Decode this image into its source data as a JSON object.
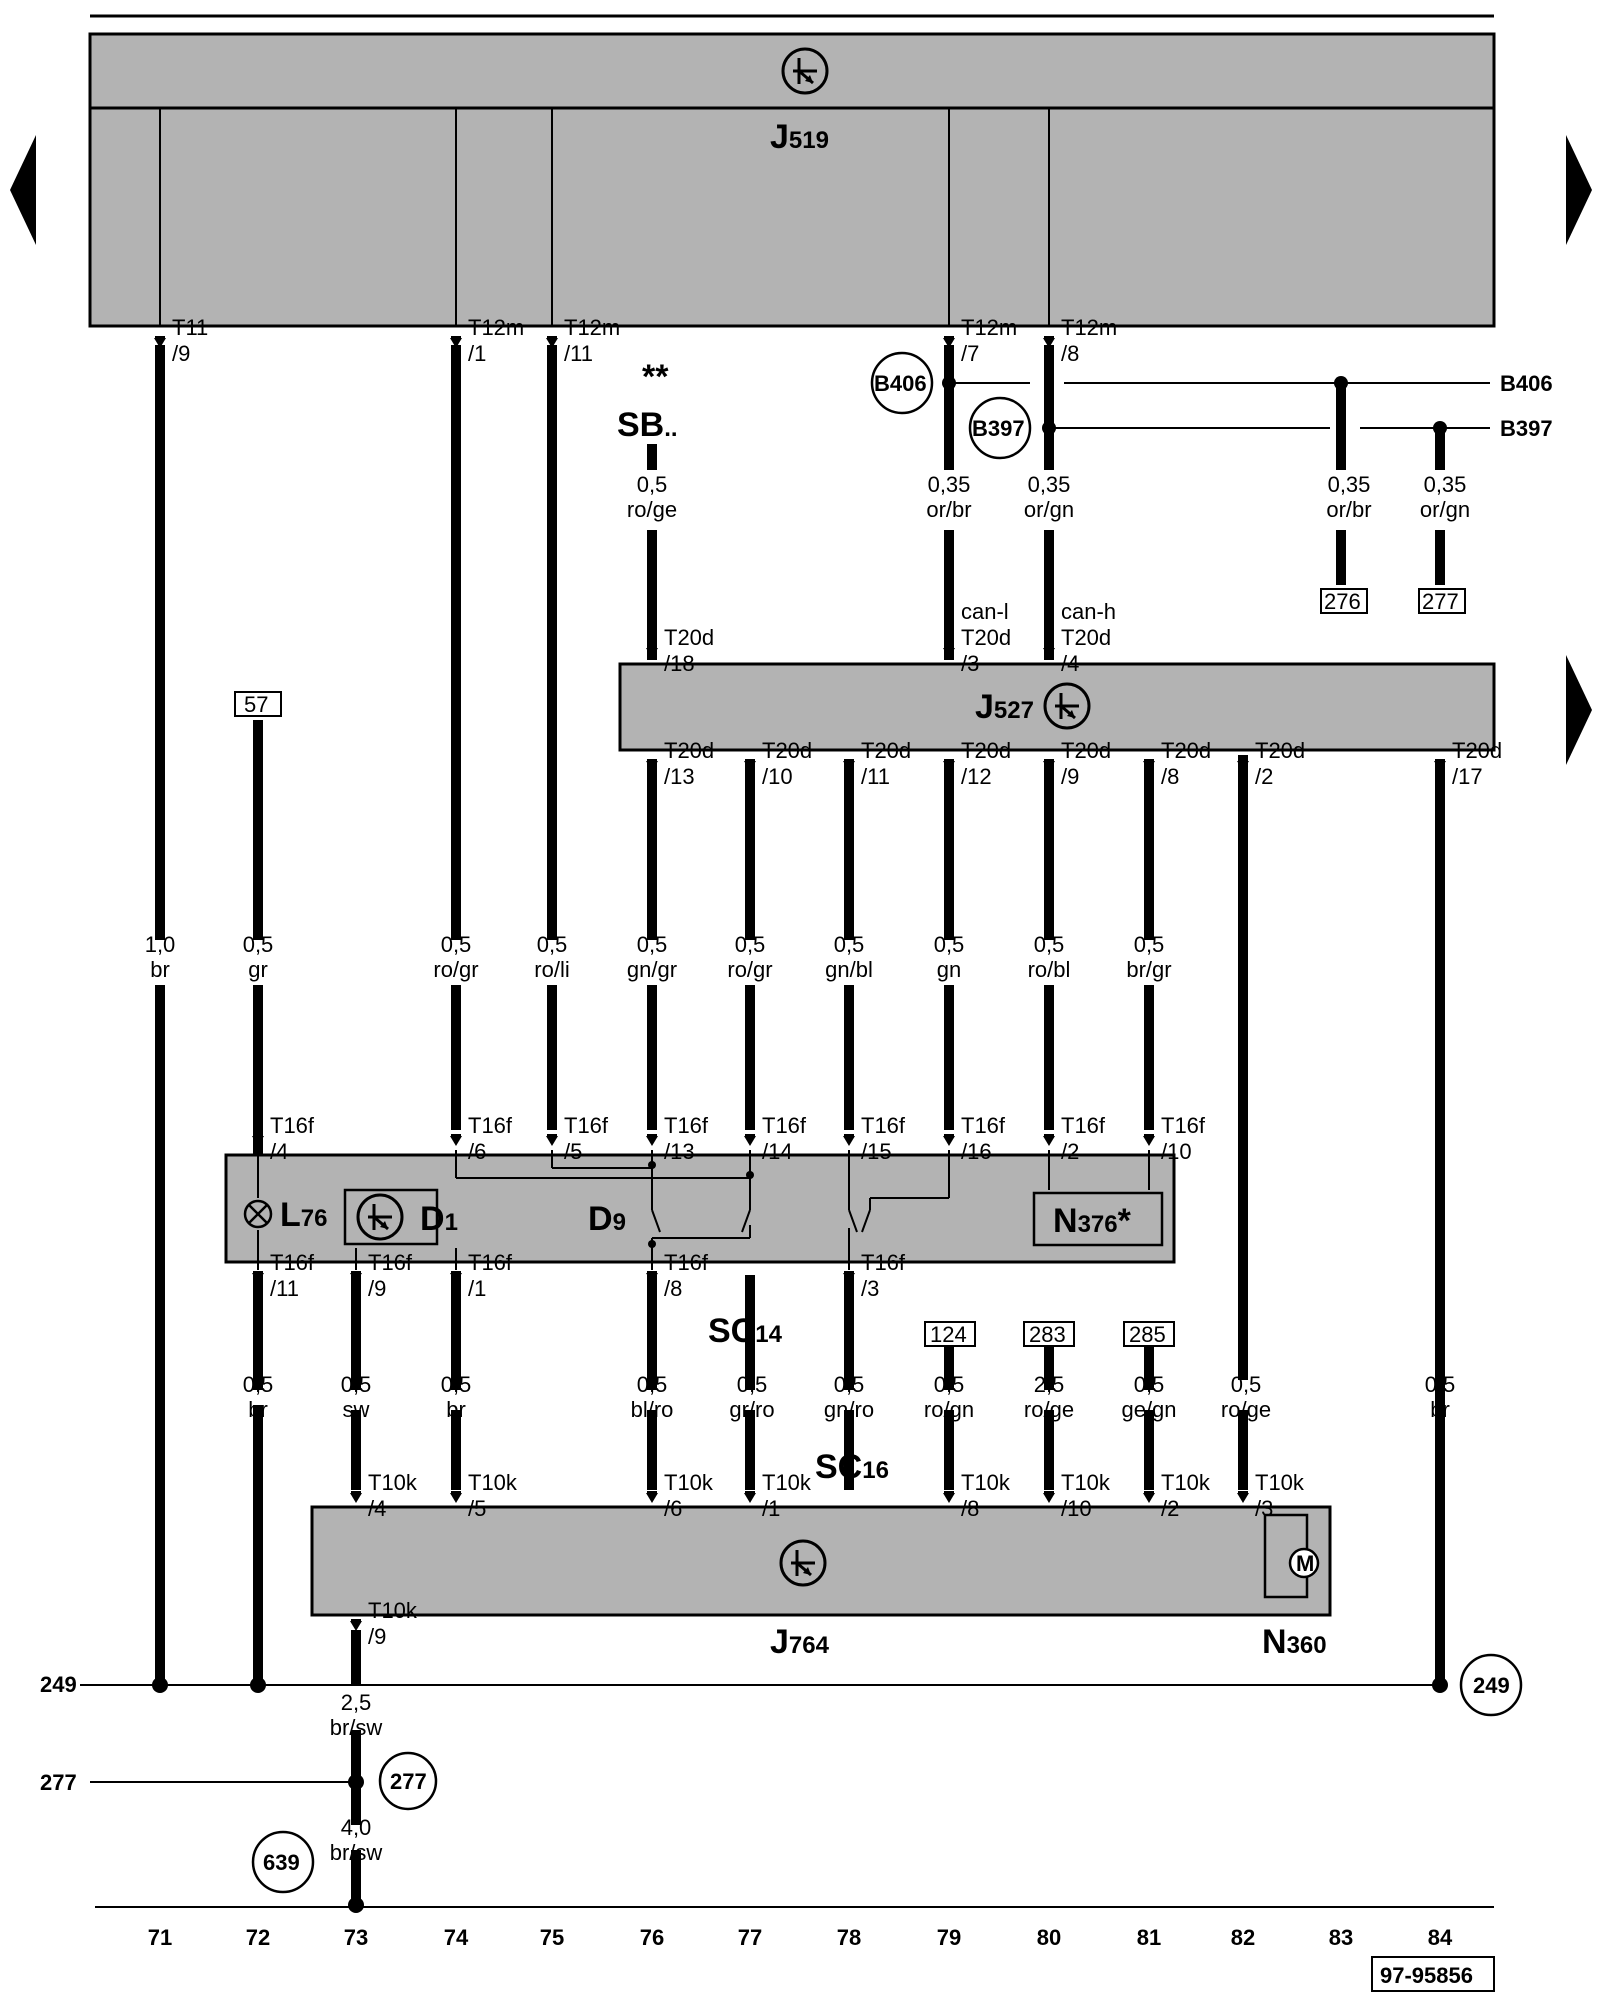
{
  "drawing_id": "97-95856",
  "columns": [
    "71",
    "72",
    "73",
    "74",
    "75",
    "76",
    "77",
    "78",
    "79",
    "80",
    "81",
    "82",
    "83",
    "84"
  ],
  "components": {
    "j519": {
      "main": "J",
      "sub": "519"
    },
    "j527": {
      "main": "J",
      "sub": "527"
    },
    "j764": {
      "main": "J",
      "sub": "764"
    },
    "n360": {
      "main": "N",
      "sub": "360"
    },
    "n376": {
      "main": "N",
      "sub": "376",
      "suffix": "*"
    },
    "l76": {
      "main": "L",
      "sub": "76"
    },
    "d1": {
      "main": "D",
      "sub": "1"
    },
    "d9": {
      "main": "D",
      "sub": "9"
    },
    "sb": {
      "main": "SB",
      "suffix": "..",
      "marks": "**"
    },
    "sc14": {
      "main": "SC",
      "sub": "14"
    },
    "sc16": {
      "main": "SC",
      "sub": "16"
    }
  },
  "wires": {
    "w71": {
      "size": "1,0",
      "color": "br"
    },
    "w72": {
      "size": "0,5",
      "color": "gr"
    },
    "w74": {
      "size": "0,5",
      "color": "ro/gr"
    },
    "w75": {
      "size": "0,5",
      "color": "ro/li"
    },
    "w76top": {
      "size": "0,5",
      "color": "ro/ge"
    },
    "w79top": {
      "size": "0,35",
      "color": "or/br"
    },
    "w80top": {
      "size": "0,35",
      "color": "or/gn"
    },
    "w83top": {
      "size": "0,35",
      "color": "or/br"
    },
    "w84top": {
      "size": "0,35",
      "color": "or/gn"
    },
    "w76": {
      "size": "0,5",
      "color": "gn/gr"
    },
    "w77": {
      "size": "0,5",
      "color": "ro/gr"
    },
    "w78": {
      "size": "0,5",
      "color": "gn/bl"
    },
    "w79": {
      "size": "0,5",
      "color": "gn"
    },
    "w80": {
      "size": "0,5",
      "color": "ro/bl"
    },
    "w81": {
      "size": "0,5",
      "color": "br/gr"
    },
    "w72b": {
      "size": "0,5",
      "color": "br"
    },
    "w73b": {
      "size": "0,5",
      "color": "sw"
    },
    "w74b": {
      "size": "0,5",
      "color": "br"
    },
    "w76b": {
      "size": "0,5",
      "color": "bl/ro"
    },
    "w77b": {
      "size": "0,5",
      "color": "gr/ro"
    },
    "w78b": {
      "size": "0,5",
      "color": "gn/ro"
    },
    "w79b": {
      "size": "0,5",
      "color": "ro/gn"
    },
    "w80b": {
      "size": "2,5",
      "color": "ro/ge"
    },
    "w81b": {
      "size": "0,5",
      "color": "ge/gn"
    },
    "w82b": {
      "size": "0,5",
      "color": "ro/ge"
    },
    "w84b": {
      "size": "0,5",
      "color": "br"
    },
    "w73c": {
      "size": "2,5",
      "color": "br/sw"
    },
    "w73d": {
      "size": "4,0",
      "color": "br/sw"
    }
  },
  "pins": {
    "t11_9": [
      "T11",
      "/9"
    ],
    "t12m_1": [
      "T12m",
      "/1"
    ],
    "t12m_11": [
      "T12m",
      "/11"
    ],
    "t12m_7": [
      "T12m",
      "/7"
    ],
    "t12m_8": [
      "T12m",
      "/8"
    ],
    "t20d_18": [
      "T20d",
      "/18"
    ],
    "t20d_3": [
      "can-l",
      "T20d",
      "/3"
    ],
    "t20d_4": [
      "can-h",
      "T20d",
      "/4"
    ],
    "t20d_13": [
      "T20d",
      "/13"
    ],
    "t20d_10": [
      "T20d",
      "/10"
    ],
    "t20d_11": [
      "T20d",
      "/11"
    ],
    "t20d_12": [
      "T20d",
      "/12"
    ],
    "t20d_9": [
      "T20d",
      "/9"
    ],
    "t20d_8": [
      "T20d",
      "/8"
    ],
    "t20d_2": [
      "T20d",
      "/2"
    ],
    "t20d_17": [
      "T20d",
      "/17"
    ],
    "t16f_4": [
      "T16f",
      "/4"
    ],
    "t16f_6": [
      "T16f",
      "/6"
    ],
    "t16f_5": [
      "T16f",
      "/5"
    ],
    "t16f_13": [
      "T16f",
      "/13"
    ],
    "t16f_14": [
      "T16f",
      "/14"
    ],
    "t16f_15": [
      "T16f",
      "/15"
    ],
    "t16f_16": [
      "T16f",
      "/16"
    ],
    "t16f_2": [
      "T16f",
      "/2"
    ],
    "t16f_10": [
      "T16f",
      "/10"
    ],
    "t16f_11": [
      "T16f",
      "/11"
    ],
    "t16f_9": [
      "T16f",
      "/9"
    ],
    "t16f_1": [
      "T16f",
      "/1"
    ],
    "t16f_8": [
      "T16f",
      "/8"
    ],
    "t16f_3": [
      "T16f",
      "/3"
    ],
    "t10k_4": [
      "T10k",
      "/4"
    ],
    "t10k_5": [
      "T10k",
      "/5"
    ],
    "t10k_6": [
      "T10k",
      "/6"
    ],
    "t10k_1": [
      "T10k",
      "/1"
    ],
    "t10k_8": [
      "T10k",
      "/8"
    ],
    "t10k_10": [
      "T10k",
      "/10"
    ],
    "t10k_2": [
      "T10k",
      "/2"
    ],
    "t10k_3": [
      "T10k",
      "/3"
    ],
    "t10k_9": [
      "T10k",
      "/9"
    ]
  },
  "refs": {
    "r57": "57",
    "r276": "276",
    "r277": "277",
    "r124": "124",
    "r283": "283",
    "r285": "285"
  },
  "circles": {
    "b406": "B406",
    "b397": "B397",
    "c249": "249",
    "c277": "277",
    "c639": "639"
  },
  "lines": {
    "b406": "B406",
    "b397": "B397",
    "left249": "249",
    "left277": "277"
  }
}
